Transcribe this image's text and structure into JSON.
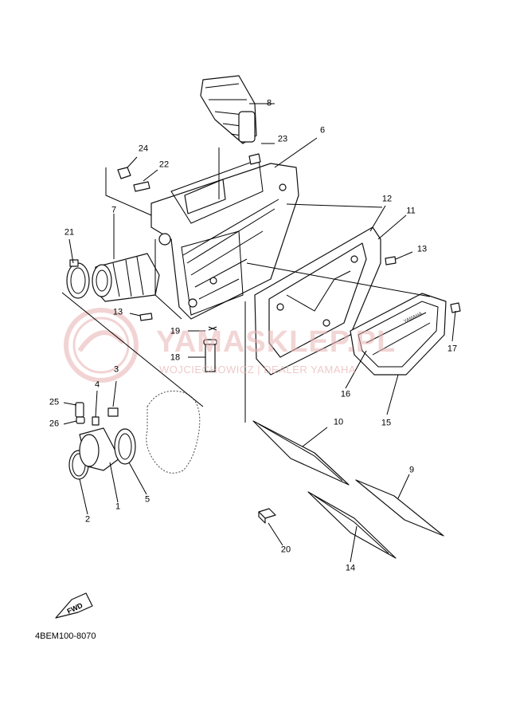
{
  "diagram_code": "4BEM100-8070",
  "watermark": {
    "text": "YAMASKLEP.PL",
    "subtext": "WOJCIECHOWICZ | DEALER YAMAHA"
  },
  "brand_on_part": "YAMAHA",
  "fwd_label": "FWD",
  "part_numbers": [
    "1",
    "2",
    "3",
    "4",
    "5",
    "6",
    "7",
    "8",
    "9",
    "10",
    "11",
    "12",
    "13",
    "13",
    "14",
    "15",
    "16",
    "17",
    "18",
    "19",
    "20",
    "21",
    "22",
    "23",
    "24",
    "25",
    "26"
  ],
  "colors": {
    "line": "#000000",
    "watermark": "#e9b3b3"
  }
}
